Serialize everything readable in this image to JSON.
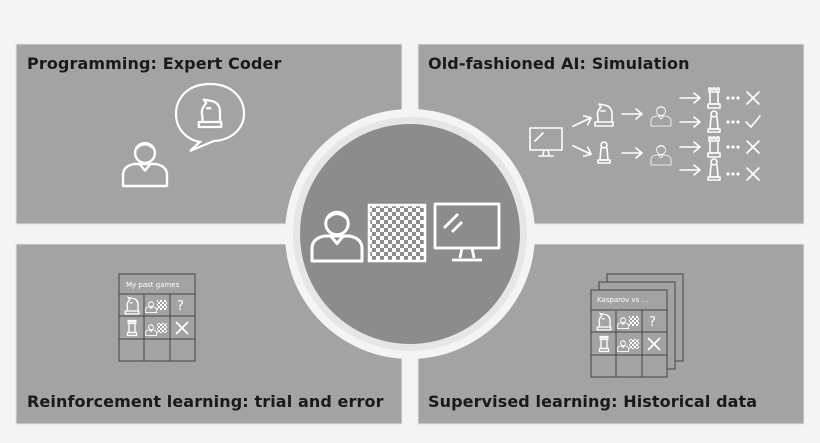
{
  "quadrants": {
    "programming": {
      "title": "Programming: Expert Coder"
    },
    "simulation": {
      "title": "Old-fashioned AI: Simulation"
    },
    "reinforcement": {
      "title": "Reinforcement learning: trial and error",
      "table_label": "My past games"
    },
    "supervised": {
      "title": "Supervised learning: Historical data",
      "table_label": "Kasparov vs ..."
    }
  },
  "marks": {
    "question": "?"
  },
  "icons": [
    "person-icon",
    "chess-knight-icon",
    "speech-bubble-icon",
    "monitor-icon",
    "chess-pawn-icon",
    "chess-rook-icon",
    "chessboard-icon",
    "cross-icon",
    "check-icon",
    "arrow-icon",
    "ellipsis-icon"
  ],
  "colors": {
    "background": "#f4f4f4",
    "panel": "#a3a3a3",
    "panel_border": "#e6e6e6",
    "center_circle": "#8c8c8c",
    "icon_stroke": "#ffffff",
    "title_text": "#1a1a1a"
  }
}
